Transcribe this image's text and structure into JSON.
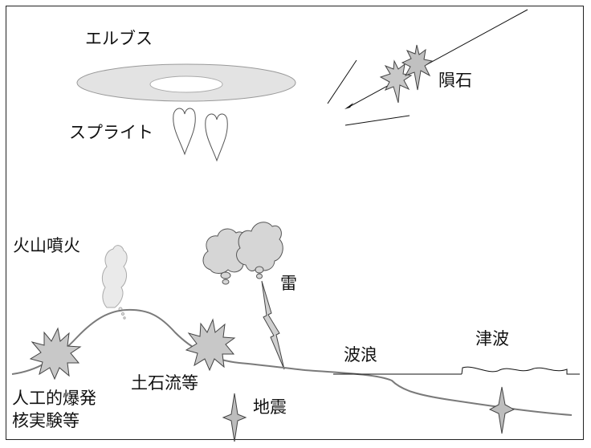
{
  "labels": {
    "elves": "エルブス",
    "sprites": "スプライト",
    "meteorite": "隕石",
    "volcano": "火山噴火",
    "lightning": "雷",
    "explosion_line1": "人工的爆発",
    "explosion_line2": "核実験等",
    "debris_flow": "土石流等",
    "earthquake": "地震",
    "waves": "波浪",
    "tsunami": "津波"
  },
  "colors": {
    "line": "#777777",
    "fill_light": "#e0e0e0",
    "fill_mid": "#b5b5b5",
    "outline": "#555555"
  },
  "icons": [
    "elves-ring",
    "sprite-shape",
    "meteor-burst",
    "volcano-plume",
    "thundercloud",
    "lightning-bolt",
    "explosion-burst",
    "quake-star",
    "wave-line"
  ]
}
